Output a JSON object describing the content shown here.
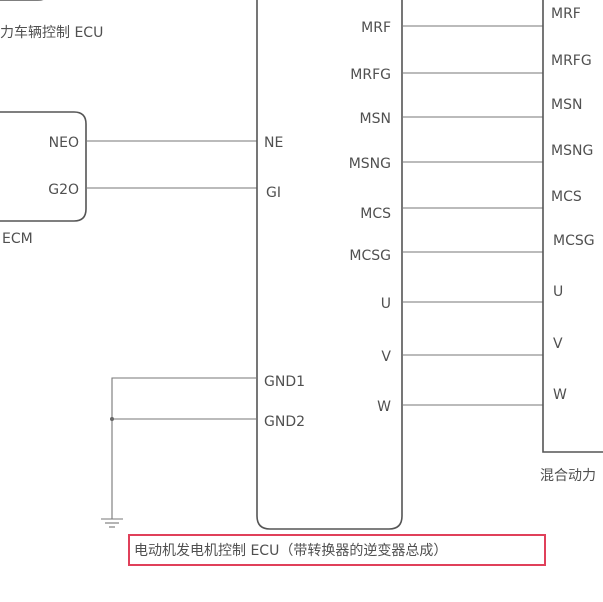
{
  "hybrid_vehicle_ecu": {
    "caption": "力车辆控制 ECU"
  },
  "ecm": {
    "caption": "ECM",
    "pins": [
      "NEO",
      "G2O"
    ]
  },
  "mg_ecu": {
    "left_pins": [
      "NE",
      "GI",
      "GND1",
      "GND2"
    ],
    "right_pins": [
      "MRF",
      "MRFG",
      "MSN",
      "MSNG",
      "MCS",
      "MCSG",
      "U",
      "V",
      "W"
    ],
    "title": "电动机发电机控制 ECU（带转换器的逆变器总成）"
  },
  "hybrid_transaxle": {
    "caption": "混合动力",
    "pins": [
      "MRF",
      "MRFG",
      "MSN",
      "MSNG",
      "MCS",
      "MCSG",
      "U",
      "V",
      "W"
    ]
  },
  "colors": {
    "highlight": "#e0405a",
    "line": "#555555",
    "text": "#505050"
  }
}
